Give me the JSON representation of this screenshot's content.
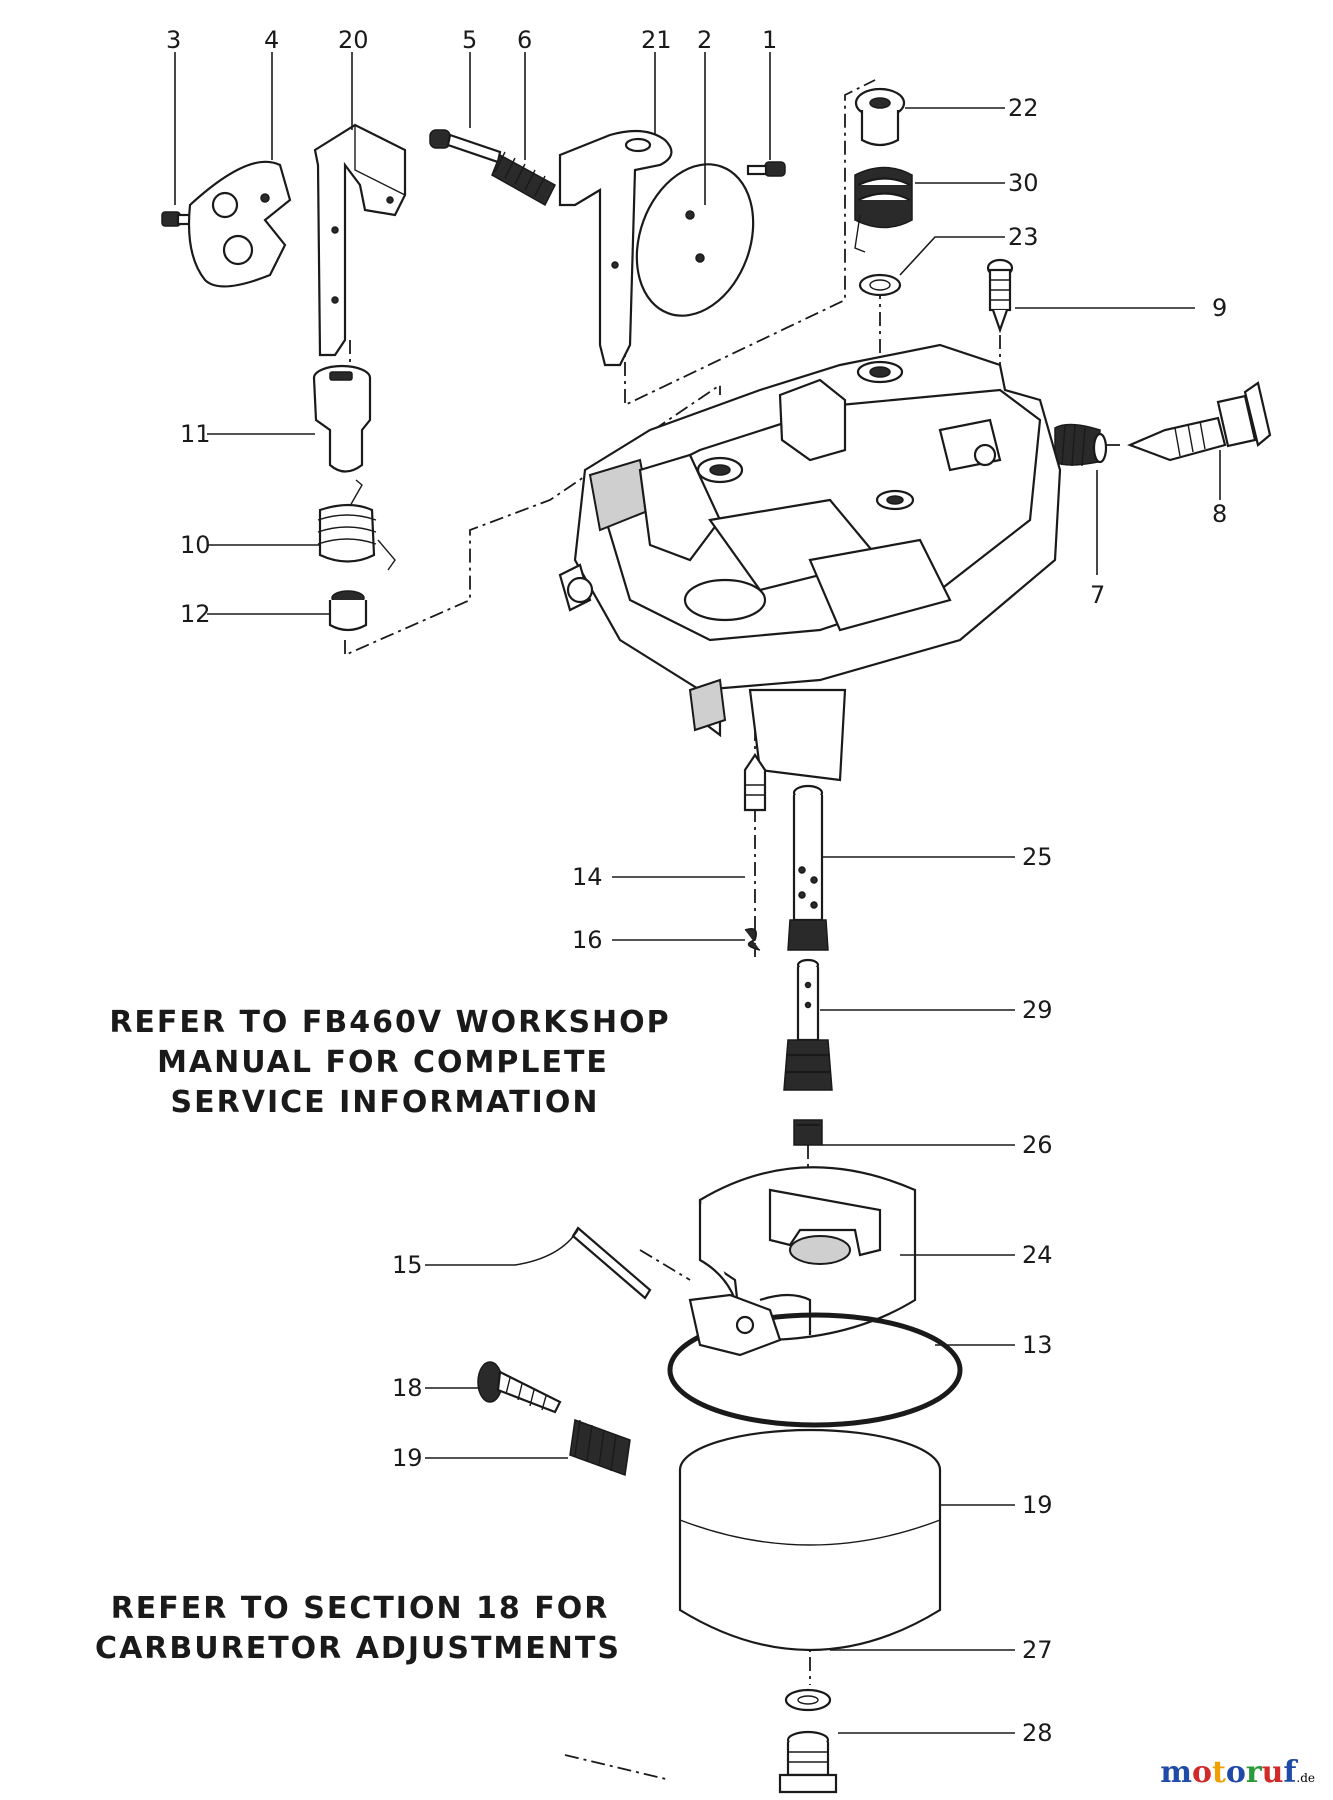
{
  "notes": {
    "workshop": [
      "REFER TO FB460V WORKSHOP",
      "MANUAL FOR COMPLETE",
      "SERVICE INFORMATION"
    ],
    "adjust": [
      "REFER TO SECTION 18 FOR",
      "CARBURETOR ADJUSTMENTS"
    ]
  },
  "callouts": {
    "p3": "3",
    "p4": "4",
    "p20": "20",
    "p5": "5",
    "p6": "6",
    "p21": "21",
    "p2": "2",
    "p1": "1",
    "p22": "22",
    "p30": "30",
    "p23": "23",
    "p9": "9",
    "p8": "8",
    "p7": "7",
    "p11": "11",
    "p10": "10",
    "p12": "12",
    "p14": "14",
    "p16": "16",
    "p25": "25",
    "p29": "29",
    "p26": "26",
    "p24": "24",
    "p15": "15",
    "p13": "13",
    "p18": "18",
    "p19a": "19",
    "p19b": "19",
    "p27": "27",
    "p28": "28"
  },
  "brand": {
    "main": "motoruf",
    "suffix": ".de",
    "colors": [
      "#1f4aa8",
      "#d12a2a",
      "#f0a000",
      "#1f4aa8",
      "#2a9a3a",
      "#d12a2a",
      "#1f4aa8"
    ]
  }
}
